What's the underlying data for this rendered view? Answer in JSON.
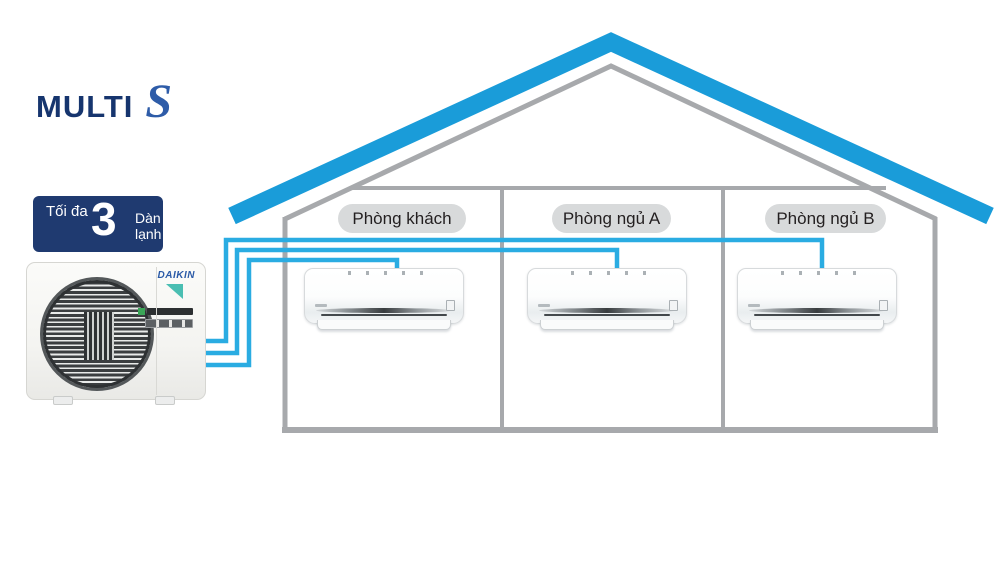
{
  "logo": {
    "word": "MULTI",
    "suffix": "S"
  },
  "badge": {
    "prefix": "Tối đa",
    "number": "3",
    "suffix": "Dàn lạnh"
  },
  "outdoor_unit": {
    "brand": "DAIKIN"
  },
  "rooms": [
    {
      "label": "Phòng khách"
    },
    {
      "label": "Phòng ngủ A"
    },
    {
      "label": "Phòng ngủ B"
    }
  ],
  "colors": {
    "roof_blue": "#1A9CD9",
    "pipe_blue": "#2AACE2",
    "structure_gray": "#A7A9AC",
    "badge_navy": "#1F3A70",
    "logo_navy": "#16356E",
    "pill_gray": "#D8DADB",
    "pill_text": "#231F20"
  }
}
